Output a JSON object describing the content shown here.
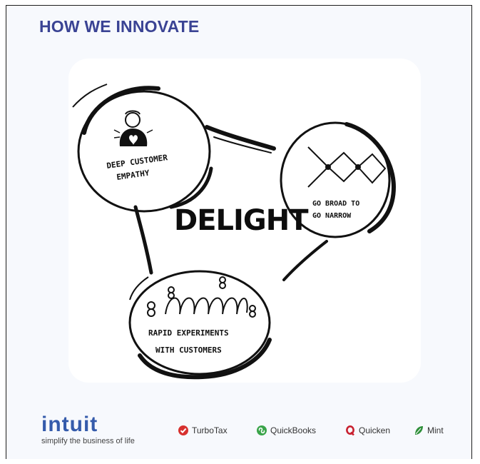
{
  "header": {
    "title": "HOW WE INNOVATE"
  },
  "diagram": {
    "center_label": "DELIGHT",
    "nodes": [
      {
        "line1": "DEEP CUSTOMER",
        "line2": "EMPATHY"
      },
      {
        "line1": "GO BROAD TO",
        "line2": "GO NARROW"
      },
      {
        "line1": "RAPID EXPERIMENTS",
        "line2": "WITH CUSTOMERS"
      }
    ]
  },
  "footer": {
    "brand": "intuit",
    "tagline": "simplify the business of life",
    "products": [
      {
        "label": "TurboTax",
        "icon": "checkmark-circle-icon",
        "color": "#d7312f"
      },
      {
        "label": "QuickBooks",
        "icon": "quickbooks-icon",
        "color": "#3aa44a"
      },
      {
        "label": "Quicken",
        "icon": "quicken-q-icon",
        "color": "#c8202f"
      },
      {
        "label": "Mint",
        "icon": "mint-leaf-icon",
        "color": "#2f8f3a"
      }
    ]
  },
  "colors": {
    "title": "#3a4394",
    "brand": "#355bab",
    "ink": "#111111"
  }
}
